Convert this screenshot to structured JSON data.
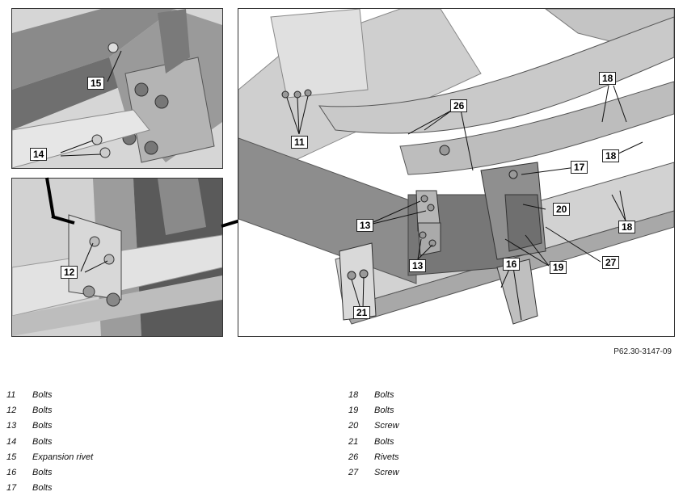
{
  "figure_code": "P62.30-3147-09",
  "detail_top": {
    "callouts": [
      "15",
      "14"
    ]
  },
  "detail_bottom": {
    "callouts": [
      "12"
    ]
  },
  "main_view": {
    "callouts": [
      "11",
      "26",
      "18",
      "18",
      "18",
      "17",
      "20",
      "13",
      "13",
      "27",
      "19",
      "16",
      "21"
    ]
  },
  "legend_left": [
    {
      "num": "11",
      "desc": "Bolts"
    },
    {
      "num": "12",
      "desc": "Bolts"
    },
    {
      "num": "13",
      "desc": "Bolts"
    },
    {
      "num": "14",
      "desc": "Bolts"
    },
    {
      "num": "15",
      "desc": "Expansion rivet"
    },
    {
      "num": "16",
      "desc": "Bolts"
    },
    {
      "num": "17",
      "desc": "Bolts"
    }
  ],
  "legend_right": [
    {
      "num": "18",
      "desc": "Bolts"
    },
    {
      "num": "19",
      "desc": "Bolts"
    },
    {
      "num": "20",
      "desc": "Screw"
    },
    {
      "num": "21",
      "desc": "Bolts"
    },
    {
      "num": "26",
      "desc": "Rivets"
    },
    {
      "num": "27",
      "desc": "Screw"
    }
  ]
}
